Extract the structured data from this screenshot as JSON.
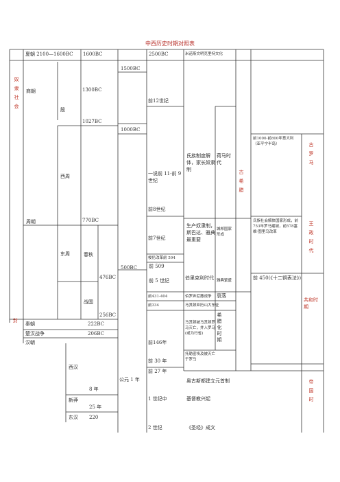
{
  "title": "中西历史时期对照表",
  "colors": {
    "accent": "#c0392b",
    "line": "#333333"
  },
  "side": {
    "slavery": "奴隶社会",
    "feudal": "封"
  },
  "dynasties": {
    "xia": "夏朝 2100—1600BC",
    "shang": "商朝",
    "yin": "殷",
    "zhou": "周朝",
    "xizhou": "西周",
    "dongzhou": "东周",
    "chunqiu": "春秋",
    "zhanguo": "战国",
    "qin": "秦朝",
    "chuhan": "楚汉战争",
    "han": "汉朝",
    "xihan": "西汉",
    "xinmang": "新莽",
    "donghan": "东汉"
  },
  "years": {
    "y1600": "1600BC",
    "y1300": "1300BC",
    "y1027": "1027BC",
    "y770": "770BC",
    "y476": "476BC",
    "y256": "256BC",
    "y222": "222BC",
    "y206": "206BC",
    "y8": "8 年",
    "y25": "25 年",
    "y220": "220"
  },
  "west_years": {
    "w1500": "1500BC",
    "w1000": "1000BC",
    "w500": "500BC",
    "gongyuan": "公元 1 年"
  },
  "greece_col": {
    "b2500": "2500BC",
    "minoan": "米诺斯文明克里特文化",
    "c12": "前12世纪",
    "c11_9": "一说前 11-前 9 世纪",
    "c8": "前8世纪",
    "c7": "前7世纪",
    "solon": "梭伦改革前 594",
    "b509": "前 509",
    "c5": "前 5 世纪",
    "b431": "前431-404",
    "b334": "前334",
    "b146": "前146年",
    "b30": "前 30 年",
    "b27": "前 27 年",
    "ad1c": "1 世纪中",
    "ad2c": "2 世纪"
  },
  "events": {
    "clan": "氏族制度解体，家长奴隶制",
    "homer": "荷马时代",
    "production": "生产奴隶制，斯巴达、雅典最重要",
    "citystate": "城邦国家形成",
    "pericles": "伯里克利时代",
    "athens_flourish": "雅典繁盛",
    "war": "伯罗奔尼撒战争",
    "decline": "衰落",
    "alexander": "马其顿亚历山大东征",
    "macedon": "马其顿被马其顿罗马灭亡，并入罗马(或为行省)",
    "hellenistic": "希腊化时期",
    "egypt": "托勒密埃及被灭亡于罗马",
    "augustus": "奥古斯都建立元首制",
    "christ": "基督教兴起",
    "bible": "《圣经》成文"
  },
  "rome_col": {
    "r1000": "前1000-前800年意大利（亚平宁半岛）",
    "monarchy": "氏族社会解体国家形成，前753年罗马建城，前578塞维·图里乌改革",
    "r450": "前 450(《十二铜表法》)"
  },
  "greece_label": "古希腊",
  "rome_labels": {
    "ancient": "古罗马",
    "kings": "王政时代",
    "republic": "共和时期",
    "empire": "帝国时"
  }
}
